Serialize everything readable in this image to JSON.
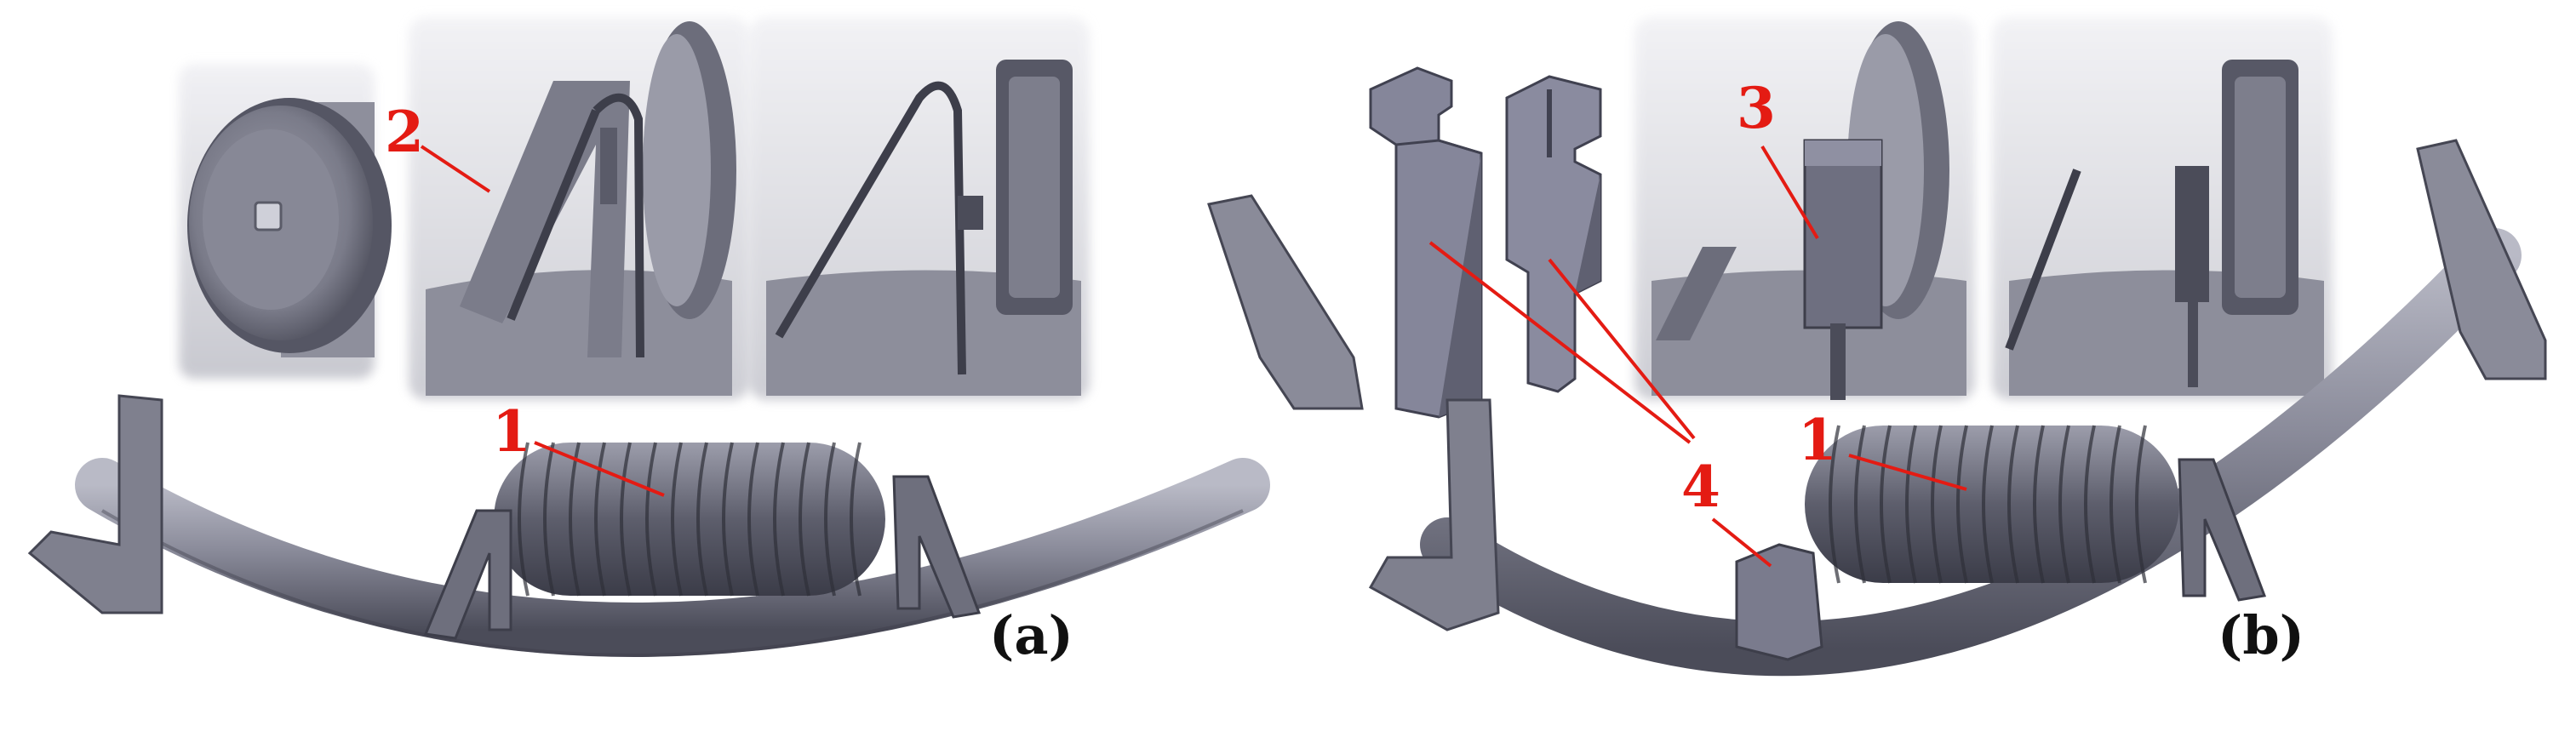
{
  "colors": {
    "steel_light": "#a6a7b3",
    "steel_mid": "#7c7d8c",
    "steel_dark": "#4d4e5b",
    "callout_red": "#e41b13",
    "label_black": "#111111",
    "inset_bg": "#cfcfd7"
  },
  "panels": [
    {
      "label": "(a)",
      "callouts": [
        {
          "text": "1"
        },
        {
          "text": "2"
        }
      ]
    },
    {
      "label": "(b)",
      "callouts": [
        {
          "text": "1"
        },
        {
          "text": "3"
        },
        {
          "text": "4"
        },
        {
          "text": "4"
        }
      ]
    }
  ]
}
